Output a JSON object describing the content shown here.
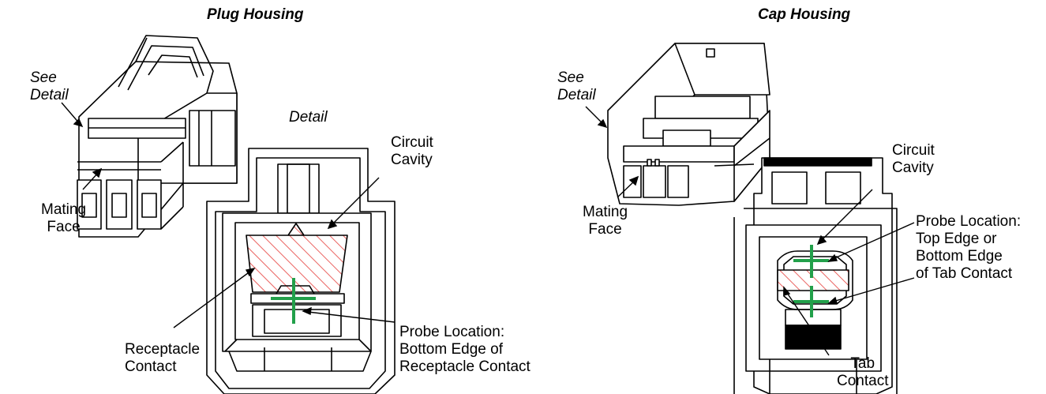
{
  "plug": {
    "title": "Plug Housing",
    "see_detail": [
      "See",
      "Detail"
    ],
    "mating_face": [
      "Mating",
      "Face"
    ],
    "detail": "Detail",
    "circuit_cavity": [
      "Circuit",
      "Cavity"
    ],
    "receptacle_contact": [
      "Receptacle",
      "Contact"
    ],
    "probe_location": [
      "Probe Location:",
      "Bottom Edge of",
      "Receptacle Contact"
    ]
  },
  "cap": {
    "title": "Cap Housing",
    "see_detail": [
      "See",
      "Detail"
    ],
    "mating_face": [
      "Mating",
      "Face"
    ],
    "circuit_cavity": [
      "Circuit",
      "Cavity"
    ],
    "probe_location": [
      "Probe Location:",
      "Top Edge or",
      "Bottom Edge",
      "of Tab Contact"
    ],
    "tab_contact": [
      "Tab",
      "Contact"
    ]
  },
  "colors": {
    "line": "#000000",
    "probe_marker": "#22a04a",
    "hatch": "#e53935"
  }
}
